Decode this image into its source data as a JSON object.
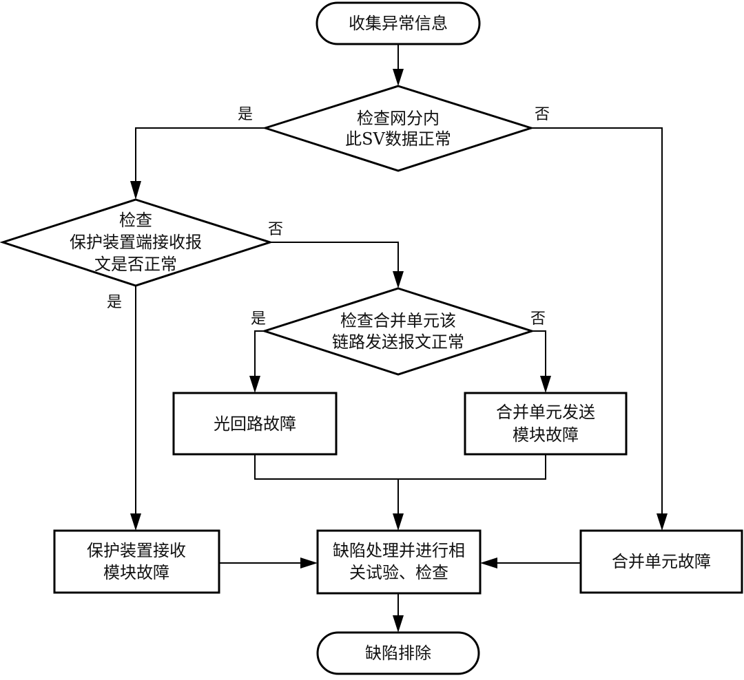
{
  "nodes": {
    "start": {
      "label": "收集异常信息"
    },
    "check_sv": {
      "line1": "检查网分内",
      "line2": "此SV数据正常"
    },
    "check_recv": {
      "line1": "检查",
      "line2": "保护装置端接收报",
      "line3": "文是否正常"
    },
    "check_mu": {
      "line1": "检查合并单元该",
      "line2": "链路发送报文正常"
    },
    "optical_fault": {
      "label": "光回路故障"
    },
    "mu_send_fault": {
      "line1": "合并单元发送",
      "line2": "模块故障"
    },
    "recv_module_fault": {
      "line1": "保护装置接收",
      "line2": "模块故障"
    },
    "handle_defect": {
      "line1": "缺陷处理并进行相",
      "line2": "关试验、检查"
    },
    "mu_fault": {
      "label": "合并单元故障"
    },
    "end": {
      "label": "缺陷排除"
    }
  },
  "edges": {
    "sv_yes": "是",
    "sv_no": "否",
    "recv_no": "否",
    "recv_yes": "是",
    "mu_yes": "是",
    "mu_no": "否"
  }
}
